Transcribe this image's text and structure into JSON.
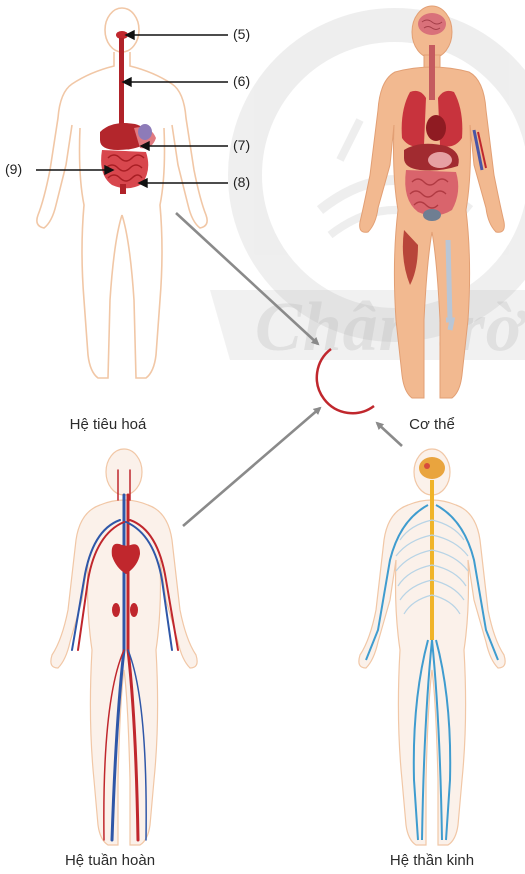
{
  "watermark": {
    "text": "Chân trời s"
  },
  "callouts": {
    "c5": "(5)",
    "c6": "(6)",
    "c7": "(7)",
    "c8": "(8)",
    "c9": "(9)"
  },
  "captions": {
    "digestive": "Hệ tiêu hoá",
    "body": "Cơ thể",
    "circulatory": "Hệ tuần hoàn",
    "nervous": "Hệ thần kinh"
  },
  "colors": {
    "organ_red": "#c0272d",
    "vein_blue": "#2f57a8",
    "nerve_blue": "#3f9ccf",
    "skin": "#f2b990",
    "arrow_gray": "#8a8a8a"
  }
}
